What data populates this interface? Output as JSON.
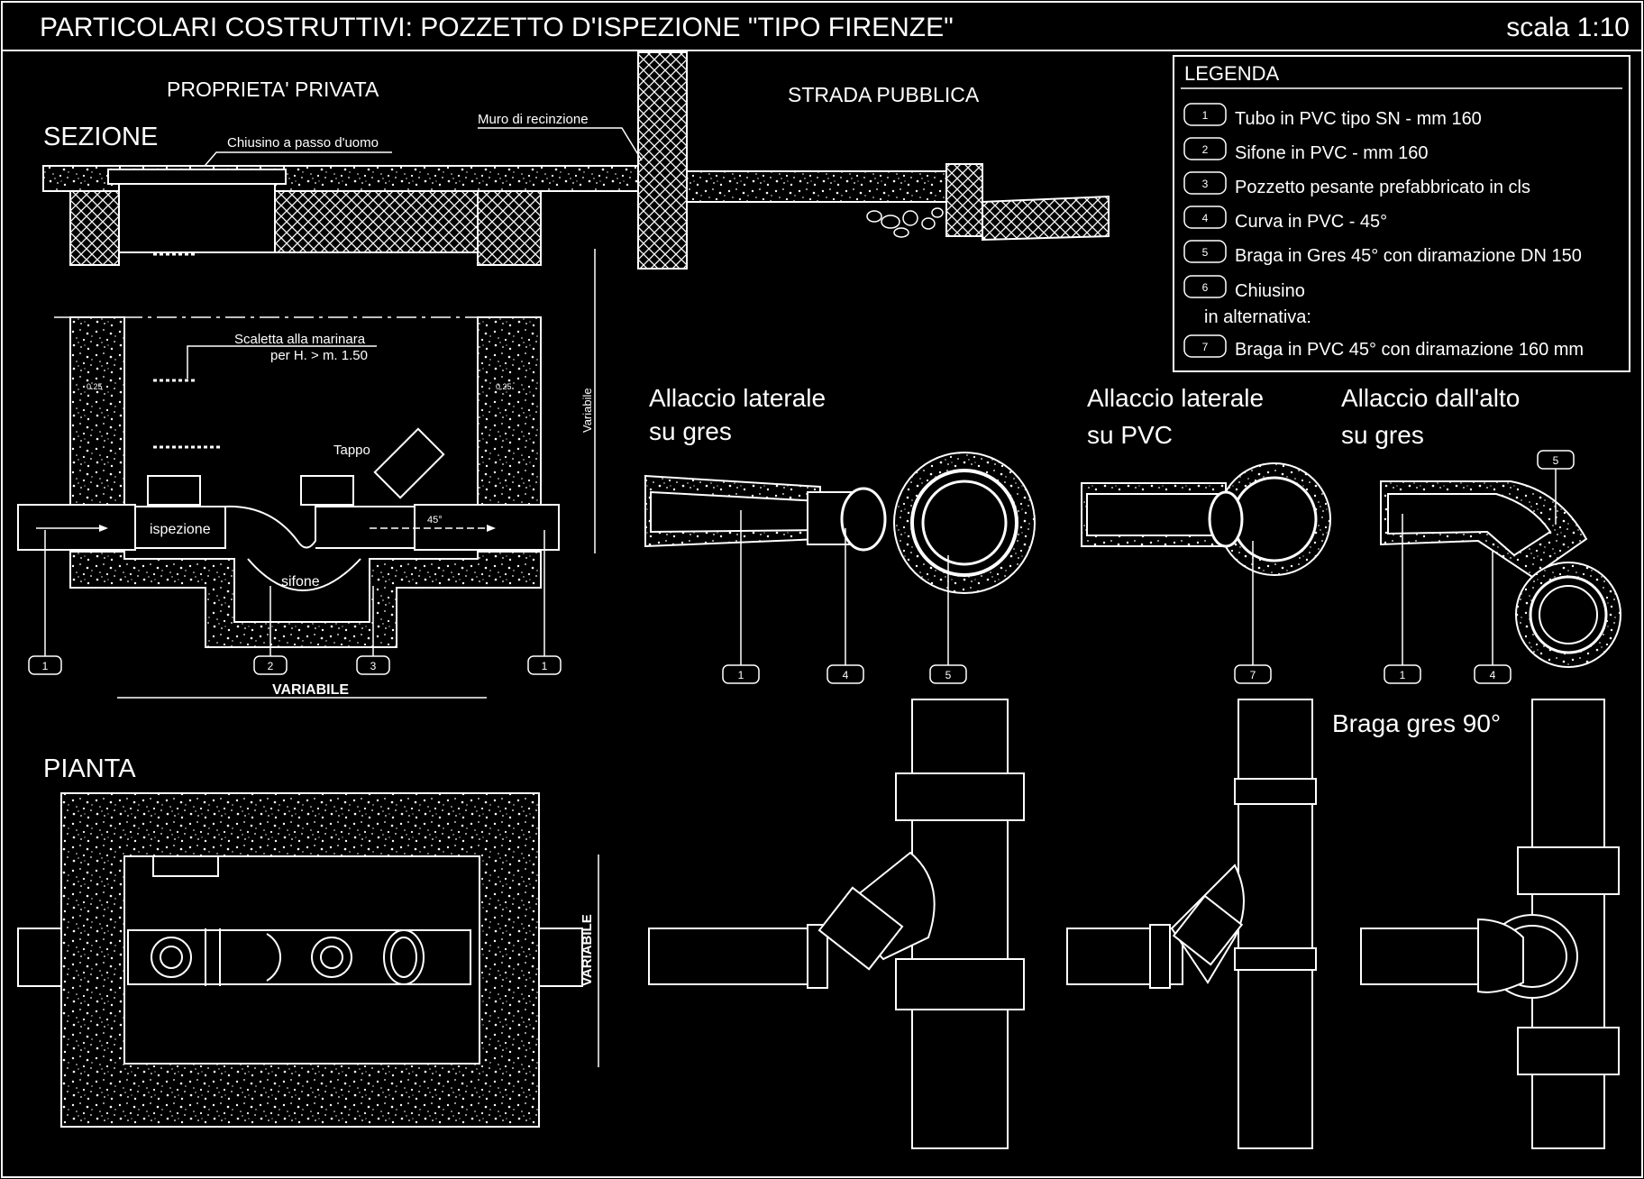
{
  "header": {
    "title": "PARTICOLARI COSTRUTTIVI: POZZETTO D'ISPEZIONE \"TIPO FIRENZE\"",
    "scale": "scala 1:10"
  },
  "zones": {
    "private": "PROPRIETA' PRIVATA",
    "public": "STRADA PUBBLICA",
    "wall": "Muro di recinzione"
  },
  "section": {
    "title": "SEZIONE",
    "manhole_cover": "Chiusino a passo d'uomo",
    "ladder_line1": "Scaletta alla marinara",
    "ladder_line2": "per H. > m. 1.50",
    "cap": "Tappo",
    "inspection": "ispezione",
    "trap": "sifone",
    "angle": "45°",
    "wall_thickness_left": "0.25",
    "wall_thickness_right": "0.25",
    "height": "Variabile",
    "width": "VARIABILE",
    "callouts": [
      "1",
      "2",
      "3",
      "1"
    ]
  },
  "plan": {
    "title": "PIANTA",
    "height": "VARIABILE"
  },
  "legend": {
    "title": "LEGENDA",
    "items": [
      {
        "num": "1",
        "text": "Tubo in PVC tipo SN - mm 160"
      },
      {
        "num": "2",
        "text": "Sifone in PVC - mm 160"
      },
      {
        "num": "3",
        "text": "Pozzetto pesante prefabbricato in cls"
      },
      {
        "num": "4",
        "text": "Curva in PVC - 45°"
      },
      {
        "num": "5",
        "text": "Braga in Gres 45° con diramazione DN 150"
      },
      {
        "num": "6",
        "text": "Chiusino"
      }
    ],
    "alternative": "in alternativa:",
    "alt_item": {
      "num": "7",
      "text": "Braga in PVC 45° con diramazione 160 mm"
    }
  },
  "details": {
    "gres_line1": "Allaccio laterale",
    "gres_line2": "su gres",
    "pvc_line1": "Allaccio laterale",
    "pvc_line2": "su PVC",
    "top_line1": "Allaccio dall'alto",
    "top_line2": "su gres",
    "gres90": "Braga gres 90°",
    "gres_callouts": [
      "1",
      "4",
      "5"
    ],
    "pvc_callouts": [
      "7"
    ],
    "top_callouts": [
      "1",
      "4",
      "5"
    ]
  },
  "colors": {
    "background": "#000000",
    "lines": "#ffffff"
  }
}
